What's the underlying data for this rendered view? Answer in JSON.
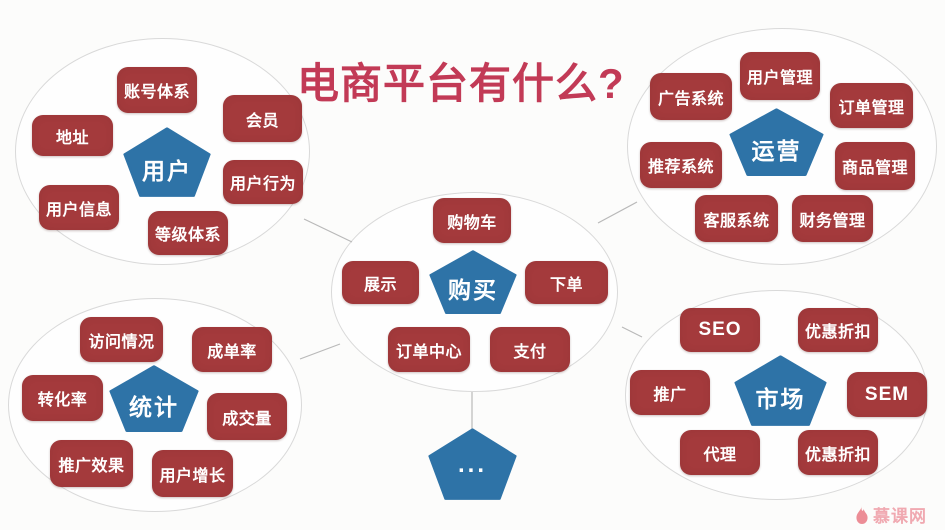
{
  "title": {
    "text": "电商平台有什么?"
  },
  "colors": {
    "title": "#c23a56",
    "node_bg": "#a43a3c",
    "pentagon_bg": "#2e73a7",
    "node_text": "#ffffff",
    "ellipse_stroke": "#d9d9d9",
    "connector": "#b9b9b9",
    "watermark": "#f0a9b1"
  },
  "clusters": [
    {
      "name": "用户",
      "items": [
        "账号体系",
        "地址",
        "会员",
        "用户行为",
        "用户信息",
        "等级体系"
      ]
    },
    {
      "name": "运营",
      "items": [
        "广告系统",
        "用户管理",
        "订单管理",
        "推荐系统",
        "商品管理",
        "客服系统",
        "财务管理"
      ]
    },
    {
      "name": "购买",
      "items": [
        "购物车",
        "展示",
        "下单",
        "订单中心",
        "支付"
      ]
    },
    {
      "name": "统计",
      "items": [
        "访问情况",
        "成单率",
        "转化率",
        "成交量",
        "推广效果",
        "用户增长"
      ]
    },
    {
      "name": "市场",
      "items": [
        "SEO",
        "优惠折扣",
        "推广",
        "SEM",
        "代理",
        "优惠折扣"
      ]
    }
  ],
  "more_node": {
    "label": "..."
  },
  "watermark": {
    "brand": "慕课网",
    "icon": "flame-icon"
  }
}
